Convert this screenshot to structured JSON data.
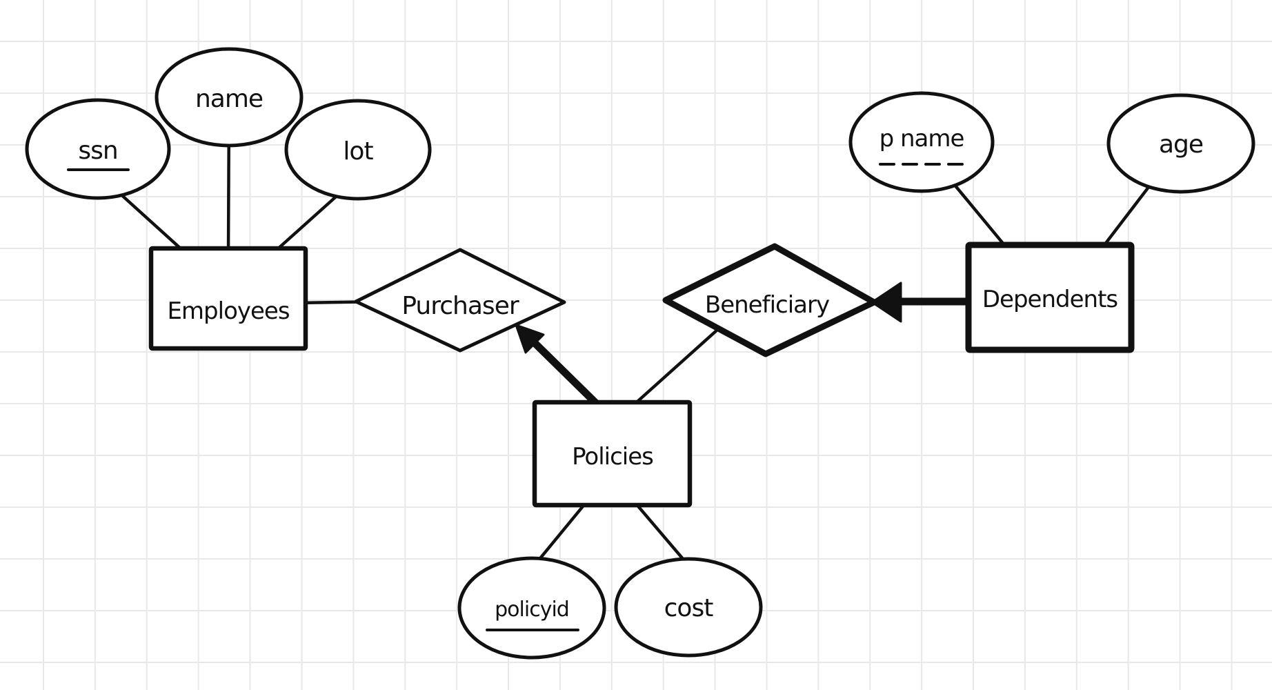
{
  "page": {
    "background": "grid-paper",
    "grid_color": "#e8e8e8",
    "ink_color": "#111111"
  },
  "labels": {
    "ssn": "ssn",
    "name": "name",
    "lot": "lot",
    "employees": "Employees",
    "purchaser": "Purchaser",
    "policies": "Policies",
    "policyid": "policyid",
    "cost": "cost",
    "beneficiary": "Beneficiary",
    "dependents": "Dependents",
    "pname": "p name",
    "age": "age"
  },
  "diagram": {
    "type": "entity-relationship",
    "style": "hand-drawn sketch on grid paper",
    "entities": [
      {
        "name": "Employees",
        "kind": "strong entity",
        "attributes": [
          {
            "label": "ssn",
            "key": "primary (solid underline)"
          },
          {
            "label": "name",
            "key": "none"
          },
          {
            "label": "lot",
            "key": "none"
          }
        ]
      },
      {
        "name": "Policies",
        "kind": "strong entity",
        "attributes": [
          {
            "label": "policyid",
            "key": "primary (solid underline)"
          },
          {
            "label": "cost",
            "key": "none"
          }
        ]
      },
      {
        "name": "Dependents",
        "kind": "weak entity (bold border)",
        "attributes": [
          {
            "label": "p name",
            "key": "partial key (dashed underline)"
          },
          {
            "label": "age",
            "key": "none"
          }
        ]
      }
    ],
    "relationships": [
      {
        "name": "Purchaser",
        "kind": "relationship (thin diamond)",
        "between": [
          "Employees",
          "Policies"
        ],
        "arrow": "thick arrow from Policies pointing into Purchaser"
      },
      {
        "name": "Beneficiary",
        "kind": "identifying relationship (bold diamond)",
        "between": [
          "Policies",
          "Dependents"
        ],
        "arrow": "thick arrow from Dependents pointing into Beneficiary"
      }
    ]
  }
}
